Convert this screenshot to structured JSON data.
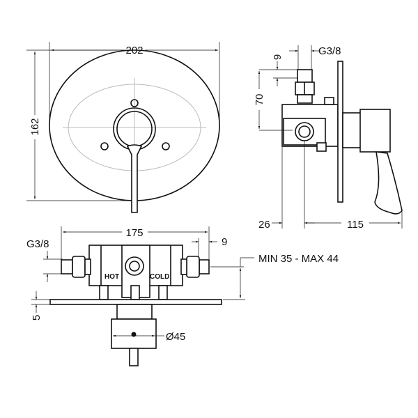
{
  "front_view": {
    "width_dim": "202",
    "height_dim": "162"
  },
  "side_view": {
    "thread_label": "G3/8",
    "thread_dim": "9",
    "height_dim": "70",
    "depth_dim_1": "26",
    "depth_dim_2": "115"
  },
  "bottom_view": {
    "width_dim": "175",
    "thread_label": "G3/8",
    "thread_dim": "9",
    "install_depth": "MIN 35 - MAX 44",
    "plate_thickness": "5",
    "diameter": "Ø45",
    "hot_label": "HOT",
    "cold_label": "COLD"
  }
}
